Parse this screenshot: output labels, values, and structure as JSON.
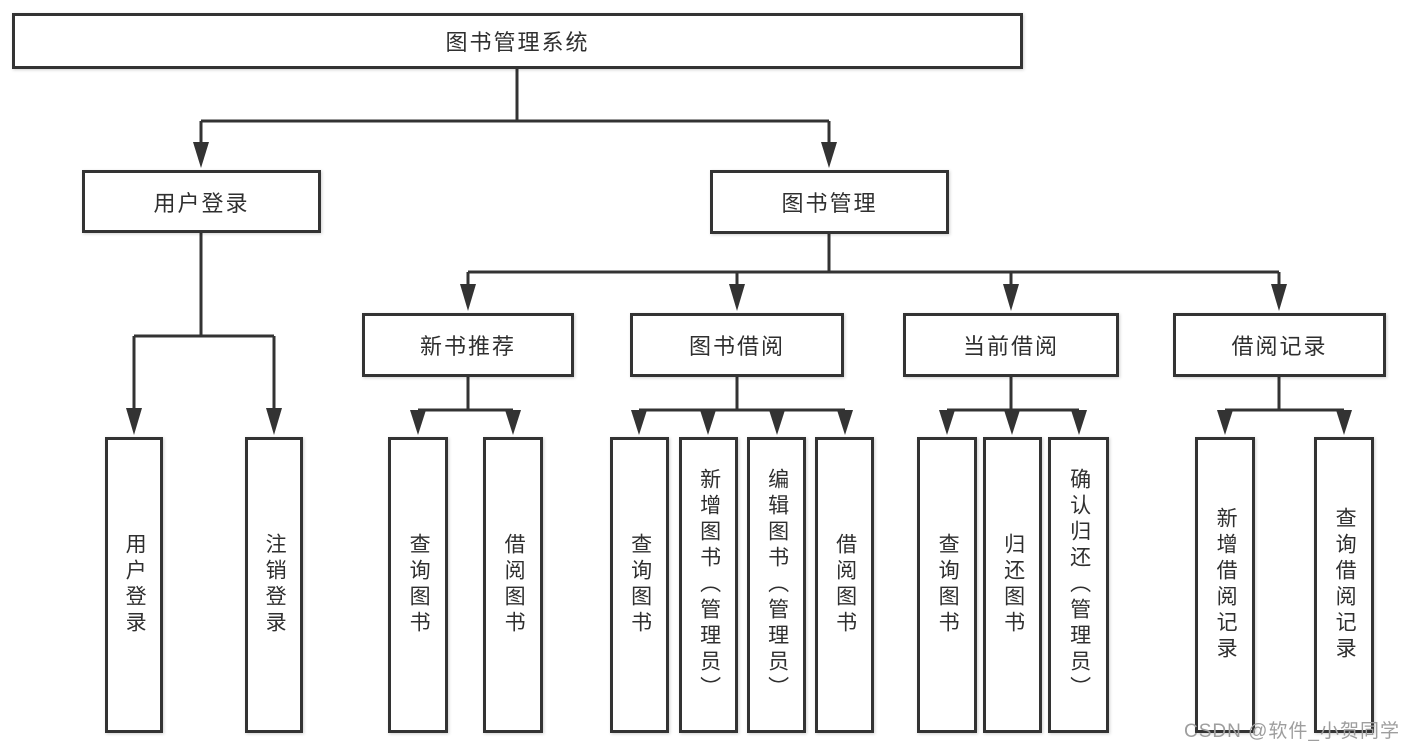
{
  "colors": {
    "line": "#333333",
    "box_border": "#333333",
    "box_fill": "#ffffff",
    "text": "#2f2f2f",
    "watermark": "#9e9e9e"
  },
  "watermark": "CSDN @软件_小贺同学",
  "tree": {
    "root": {
      "label": "图书管理系统",
      "children": [
        {
          "label": "用户登录",
          "children": [
            {
              "label": "用户登录"
            },
            {
              "label": "注销登录"
            }
          ]
        },
        {
          "label": "图书管理",
          "children": [
            {
              "label": "新书推荐",
              "children": [
                {
                  "label": "查询图书"
                },
                {
                  "label": "借阅图书"
                }
              ]
            },
            {
              "label": "图书借阅",
              "children": [
                {
                  "label": "查询图书"
                },
                {
                  "label": "新增图书（管理员）"
                },
                {
                  "label": "编辑图书（管理员）"
                },
                {
                  "label": "借阅图书"
                }
              ]
            },
            {
              "label": "当前借阅",
              "children": [
                {
                  "label": "查询图书"
                },
                {
                  "label": "归还图书"
                },
                {
                  "label": "确认归还（管理员）"
                }
              ]
            },
            {
              "label": "借阅记录",
              "children": [
                {
                  "label": "新增借阅记录"
                },
                {
                  "label": "查询借阅记录"
                }
              ]
            }
          ]
        }
      ]
    }
  }
}
